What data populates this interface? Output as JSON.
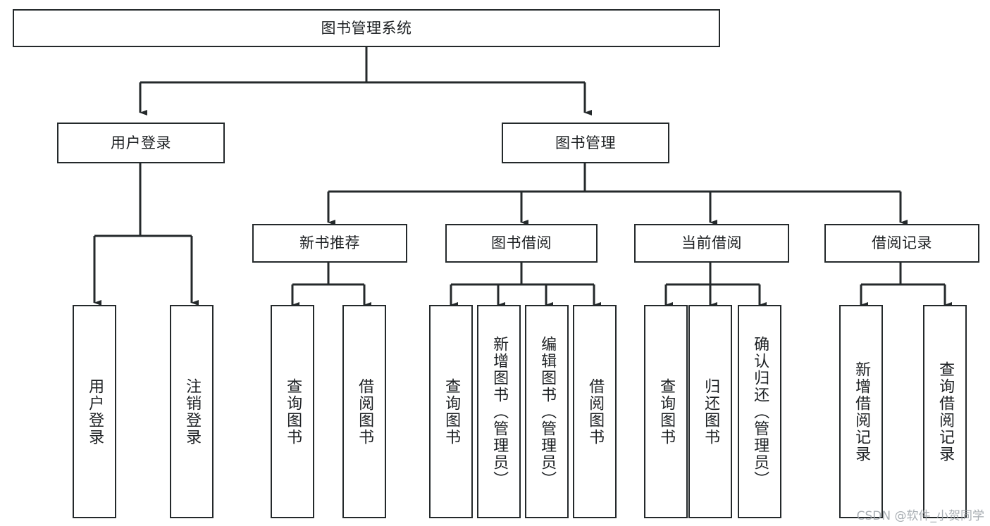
{
  "diagram": {
    "title": "图书管理系统",
    "type": "tree",
    "orientation": "top-down",
    "line_color": "#24292b",
    "box_border_color": "#24292b",
    "box_fill_color": "#ffffff",
    "text_color": "#1d2023",
    "background_color": "#ffffff"
  },
  "nodes": {
    "root": {
      "label": "图书管理系统"
    },
    "level2": [
      {
        "id": "user-login",
        "label": "用户登录"
      },
      {
        "id": "book-manage",
        "label": "图书管理"
      }
    ],
    "level3": [
      {
        "id": "new-book-recommend",
        "label": "新书推荐"
      },
      {
        "id": "book-borrow",
        "label": "图书借阅"
      },
      {
        "id": "current-borrow",
        "label": "当前借阅"
      },
      {
        "id": "borrow-record",
        "label": "借阅记录"
      }
    ],
    "leaves": {
      "user_login": [
        {
          "id": "leaf-user-login",
          "label": "用户登录"
        },
        {
          "id": "leaf-logout-login",
          "label": "注销登录"
        }
      ],
      "new_book_recommend": [
        {
          "id": "leaf-query-book-1",
          "label": "查询图书"
        },
        {
          "id": "leaf-borrow-book-1",
          "label": "借阅图书"
        }
      ],
      "book_borrow": [
        {
          "id": "leaf-query-book-2",
          "label": "查询图书"
        },
        {
          "id": "leaf-add-book",
          "label": "新增图书（管理员）"
        },
        {
          "id": "leaf-edit-book",
          "label": "编辑图书（管理员）"
        },
        {
          "id": "leaf-borrow-book-2",
          "label": "借阅图书"
        }
      ],
      "current_borrow": [
        {
          "id": "leaf-query-book-3",
          "label": "查询图书"
        },
        {
          "id": "leaf-return-book",
          "label": "归还图书"
        },
        {
          "id": "leaf-confirm-return",
          "label": "确认归还（管理员）"
        }
      ],
      "borrow_record": [
        {
          "id": "leaf-add-record",
          "label": "新增借阅记录"
        },
        {
          "id": "leaf-query-record",
          "label": "查询借阅记录"
        }
      ]
    }
  },
  "watermark": {
    "text": "CSDN @软件_小贺同学"
  }
}
